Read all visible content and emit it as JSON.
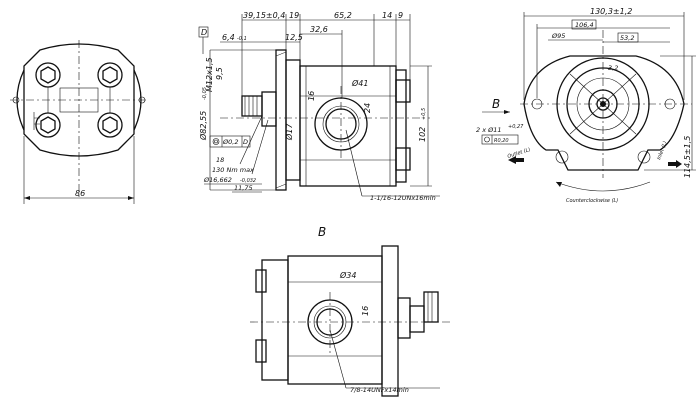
{
  "left_view": {
    "width_dim": "86"
  },
  "side_view": {
    "top_dims": [
      "39,15±0,4",
      "19",
      "65,2",
      "14",
      "9"
    ],
    "inner_dims": [
      "6,4",
      "-0,1",
      "12,5",
      "32,6"
    ],
    "datum_d": "D",
    "shaft_thread": "M12x1,5",
    "dim_9_5": "9,5",
    "shaft_dia": "Ø82,55",
    "shaft_dia_tol": "-0,05",
    "port_dia": "Ø41",
    "dim_16": "16",
    "dim_24": "24",
    "dim_17": "Ø17",
    "height_dim": "102",
    "height_tol": "+0,5",
    "runout": "Ø0,2",
    "runout_datum": "D",
    "angle_18": "18",
    "torque": "130 Nm max",
    "spline": "Ø16,662",
    "spline_tol": "-0,032",
    "dim_11_75": "11,75",
    "port_thread": "1-1/16-12UNx16min"
  },
  "front_view": {
    "width_dim": "130,3±1,2",
    "dim_106_4": "106,4",
    "dim_95": "Ø95",
    "dim_53_2": "53,2",
    "dim_3_2": "3,2",
    "view_b": "B",
    "holes": "2 x Ø11",
    "holes_tol": "+0,27",
    "position_tol": "R0,20",
    "outlet": "Outlet (L)",
    "inlet": "Inlet (L)",
    "rotation": "Counterclockwise (L)",
    "height_dim": "114,5±1,5"
  },
  "bottom_view": {
    "title": "B",
    "port_dia": "Ø34",
    "dim_16": "16",
    "port_thread": "7/8-14UNFx14min"
  }
}
